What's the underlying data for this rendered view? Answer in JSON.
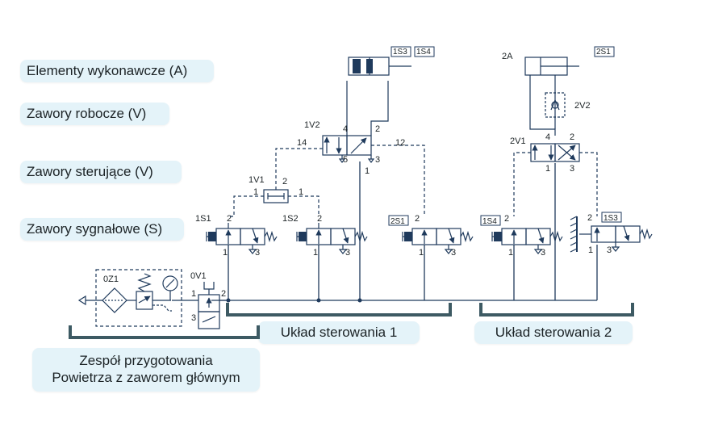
{
  "categories": {
    "actuators": "Elementy wykonawcze (A)",
    "working_valves": "Zawory robocze (V)",
    "control_valves": "Zawory sterujące (V)",
    "signal_valves": "Zawory sygnałowe (S)"
  },
  "systems": {
    "control1": "Układ sterowania 1",
    "control2": "Układ sterowania 2"
  },
  "prep_unit": {
    "line1": "Zespół przygotowania",
    "line2": "Powietrza z zaworem głównym"
  },
  "components": {
    "cyl1_tag_a": "1S3",
    "cyl1_tag_b": "1S4",
    "cyl2_name": "2A",
    "cyl2_tag": "2S1",
    "check_valve": "2V2",
    "valve_1v2": "1V2",
    "valve_2v1": "2V1",
    "valve_1v1": "1V1",
    "valve_1s1": "1S1",
    "valve_1s2": "1S2",
    "valve_2s1": "2S1",
    "valve_1s4": "1S4",
    "valve_1s3": "1S3",
    "prep": "0Z1",
    "main_valve": "0V1"
  },
  "ports": {
    "p1": "1",
    "p2": "2",
    "p3": "3",
    "p4": "4",
    "p5": "5",
    "p12": "12",
    "p14": "14"
  },
  "colors": {
    "line": "#1f3a5c",
    "label_bg": "#e4f3f9",
    "bracket": "#3d5a63"
  }
}
